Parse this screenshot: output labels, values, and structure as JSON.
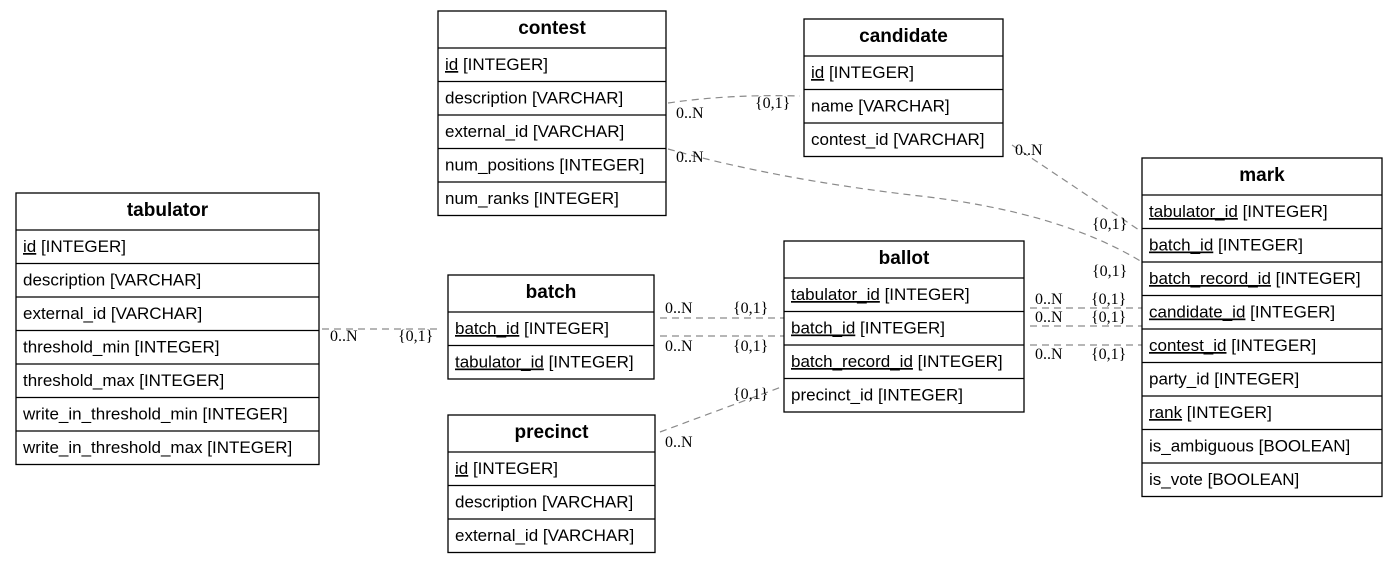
{
  "tables": {
    "contest": {
      "name": "contest",
      "fields": [
        {
          "name": "id",
          "type": "[INTEGER]",
          "pk": true
        },
        {
          "name": "description",
          "type": "[VARCHAR]",
          "pk": false
        },
        {
          "name": "external_id",
          "type": "[VARCHAR]",
          "pk": false
        },
        {
          "name": "num_positions",
          "type": "[INTEGER]",
          "pk": false
        },
        {
          "name": "num_ranks",
          "type": "[INTEGER]",
          "pk": false
        }
      ]
    },
    "candidate": {
      "name": "candidate",
      "fields": [
        {
          "name": "id",
          "type": "[INTEGER]",
          "pk": true
        },
        {
          "name": "name",
          "type": "[VARCHAR]",
          "pk": false
        },
        {
          "name": "contest_id",
          "type": "[VARCHAR]",
          "pk": false
        }
      ]
    },
    "tabulator": {
      "name": "tabulator",
      "fields": [
        {
          "name": "id",
          "type": "[INTEGER]",
          "pk": true
        },
        {
          "name": "description",
          "type": "[VARCHAR]",
          "pk": false
        },
        {
          "name": "external_id",
          "type": "[VARCHAR]",
          "pk": false
        },
        {
          "name": "threshold_min",
          "type": "[INTEGER]",
          "pk": false
        },
        {
          "name": "threshold_max",
          "type": "[INTEGER]",
          "pk": false
        },
        {
          "name": "write_in_threshold_min",
          "type": "[INTEGER]",
          "pk": false
        },
        {
          "name": "write_in_threshold_max",
          "type": "[INTEGER]",
          "pk": false
        }
      ]
    },
    "batch": {
      "name": "batch",
      "fields": [
        {
          "name": "batch_id",
          "type": "[INTEGER]",
          "pk": true
        },
        {
          "name": "tabulator_id",
          "type": "[INTEGER]",
          "pk": true
        }
      ]
    },
    "precinct": {
      "name": "precinct",
      "fields": [
        {
          "name": "id",
          "type": "[INTEGER]",
          "pk": true
        },
        {
          "name": "description",
          "type": "[VARCHAR]",
          "pk": false
        },
        {
          "name": "external_id",
          "type": "[VARCHAR]",
          "pk": false
        }
      ]
    },
    "ballot": {
      "name": "ballot",
      "fields": [
        {
          "name": "tabulator_id",
          "type": "[INTEGER]",
          "pk": true
        },
        {
          "name": "batch_id",
          "type": "[INTEGER]",
          "pk": true
        },
        {
          "name": "batch_record_id",
          "type": "[INTEGER]",
          "pk": true
        },
        {
          "name": "precinct_id",
          "type": "[INTEGER]",
          "pk": false
        }
      ]
    },
    "mark": {
      "name": "mark",
      "fields": [
        {
          "name": "tabulator_id",
          "type": "[INTEGER]",
          "pk": true
        },
        {
          "name": "batch_id",
          "type": "[INTEGER]",
          "pk": true
        },
        {
          "name": "batch_record_id",
          "type": "[INTEGER]",
          "pk": true
        },
        {
          "name": "candidate_id",
          "type": "[INTEGER]",
          "pk": true
        },
        {
          "name": "contest_id",
          "type": "[INTEGER]",
          "pk": true
        },
        {
          "name": "party_id",
          "type": "[INTEGER]",
          "pk": false
        },
        {
          "name": "rank",
          "type": "[INTEGER]",
          "pk": true
        },
        {
          "name": "is_ambiguous",
          "type": "[BOOLEAN]",
          "pk": false
        },
        {
          "name": "is_vote",
          "type": "[BOOLEAN]",
          "pk": false
        }
      ]
    }
  },
  "relationships": [
    {
      "from": "contest",
      "to": "candidate",
      "from_card": "0..N",
      "to_card": "{0,1}"
    },
    {
      "from": "contest",
      "to": "mark",
      "from_card": "0..N",
      "to_card": "{0,1}"
    },
    {
      "from": "candidate",
      "to": "mark",
      "from_card": "0..N",
      "to_card": "{0,1}"
    },
    {
      "from": "tabulator",
      "to": "batch",
      "from_card": "0..N",
      "to_card": "{0,1}"
    },
    {
      "from": "batch",
      "to": "ballot",
      "from_card": "0..N",
      "to_card": "{0,1}"
    },
    {
      "from": "batch",
      "to": "ballot",
      "from_card": "0..N",
      "to_card": "{0,1}"
    },
    {
      "from": "precinct",
      "to": "ballot",
      "from_card": "0..N",
      "to_card": "{0,1}"
    },
    {
      "from": "ballot",
      "to": "mark",
      "from_card": "0..N",
      "to_card": "{0,1}"
    },
    {
      "from": "ballot",
      "to": "mark",
      "from_card": "0..N",
      "to_card": "{0,1}"
    },
    {
      "from": "ballot",
      "to": "mark",
      "from_card": "0..N",
      "to_card": "{0,1}"
    }
  ]
}
